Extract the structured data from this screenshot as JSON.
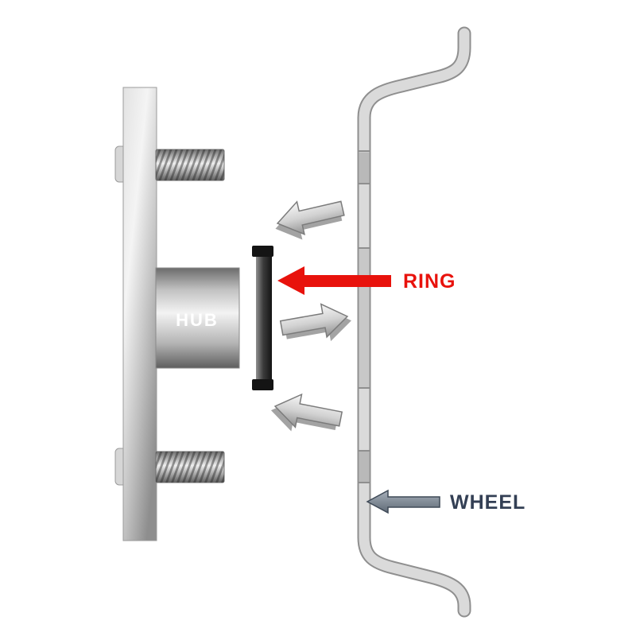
{
  "labels": {
    "hub": "HUB",
    "ring": "RING",
    "wheel": "WHEEL"
  },
  "colors": {
    "ring_accent": "#e8120c",
    "wheel_label": "#333f54",
    "hub_label": "#ffffff",
    "steel_arrow_fill_top": "#a7b0ba",
    "steel_arrow_fill_bottom": "#5f6a76",
    "steel_arrow_stroke": "#3f4a57",
    "metal_outline": "#8f8f8f",
    "ring_cap": "#141414"
  }
}
